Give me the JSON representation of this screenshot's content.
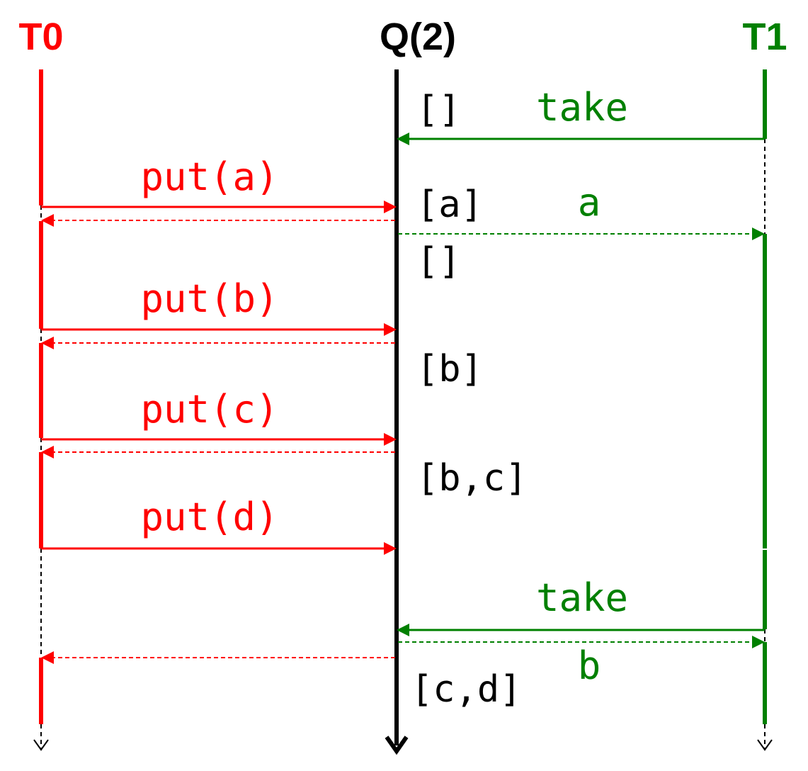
{
  "colors": {
    "t0": "#ff0000",
    "queue": "#000000",
    "t1": "#008000"
  },
  "actors": {
    "t0": "T0",
    "queue": "Q(2)",
    "t1": "T1"
  },
  "messages": {
    "take_1": "take",
    "put_a": "put(a)",
    "ret_a": "a",
    "put_b": "put(b)",
    "put_c": "put(c)",
    "put_d": "put(d)",
    "take_2": "take",
    "ret_b": "b"
  },
  "queue_states": {
    "s1": "[]",
    "s2": "[a]",
    "s3": "[]",
    "s4": "[b]",
    "s5": "[b,c]",
    "s6": "[c,d]"
  }
}
